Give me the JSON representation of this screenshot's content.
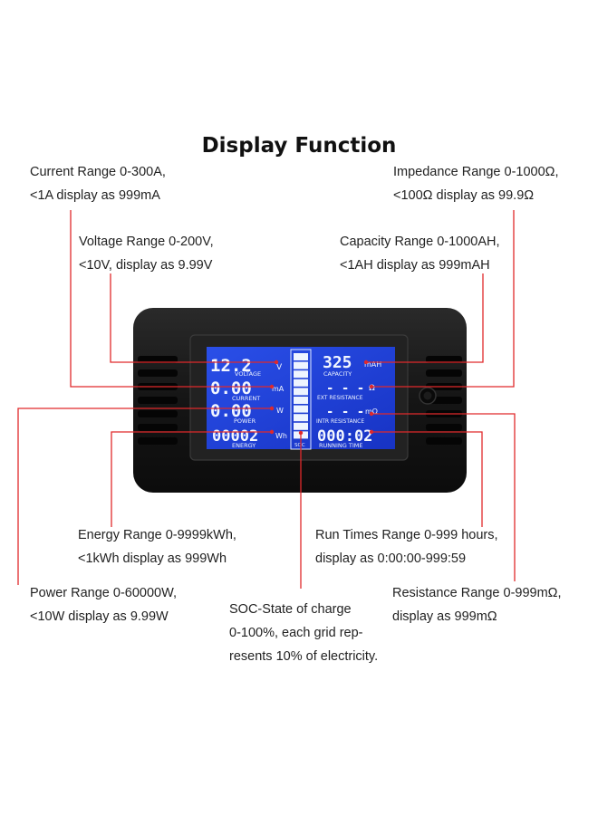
{
  "title": "Display Function",
  "annotations": {
    "current": [
      "Current Range 0-300A,",
      "<1A display as 999mA"
    ],
    "voltage": [
      "Voltage Range 0-200V,",
      "<10V, display as 9.99V"
    ],
    "impedance": [
      "Impedance Range 0-1000Ω,",
      "<100Ω display as 99.9Ω"
    ],
    "capacity": [
      "Capacity Range 0-1000AH,",
      "<1AH display as 999mAH"
    ],
    "energy": [
      "Energy Range 0-9999kWh,",
      "<1kWh display as 999Wh"
    ],
    "power": [
      "Power Range 0-60000W,",
      "<10W display as 9.99W"
    ],
    "soc": [
      "SOC-State of charge",
      "0-100%, each grid rep-",
      "resents 10% of electricity."
    ],
    "runtime": [
      "Run Times Range 0-999 hours,",
      "display as 0:00:00-999:59"
    ],
    "resistance": [
      "Resistance Range 0-999mΩ,",
      "display as 999mΩ"
    ]
  },
  "lcd": {
    "voltage_value": "12.2",
    "voltage_unit": "V",
    "voltage_label": "VOLTAGE",
    "current_value": "0.00",
    "current_unit": "mA",
    "current_label": "CURRENT",
    "power_value": "0.00",
    "power_unit": "W",
    "power_label": "POWER",
    "energy_value": "00002",
    "energy_unit": "Wh",
    "energy_label": "ENERGY",
    "capacity_value": "325",
    "capacity_unit": "mAH",
    "capacity_label": "CAPACITY",
    "ext_value": "- - -",
    "ext_unit": "Ω",
    "ext_label": "EXT RESISTANCE",
    "intr_value": "- - -",
    "intr_unit": "mΩ",
    "intr_label": "INTR RESISTANCE",
    "runtime_value": "000:02",
    "runtime_label": "RUNNING TIME",
    "soc_label": "SOC",
    "soc_segments": 10
  },
  "colors": {
    "leader": "#e0292b",
    "lcd_blue": "#1f3fd6",
    "device": "#161616"
  }
}
